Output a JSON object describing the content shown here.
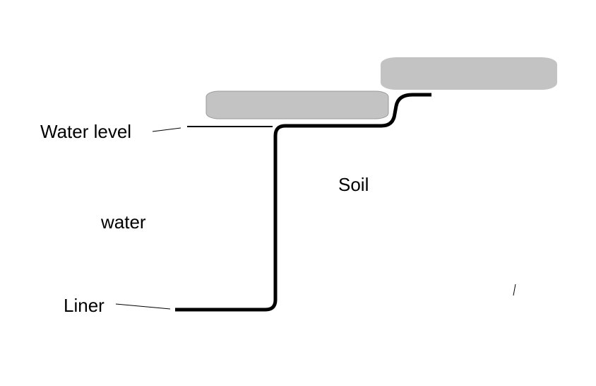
{
  "labels": {
    "water_level": "Water level",
    "water": "water",
    "soil": "Soil",
    "liner": "Liner"
  },
  "colors": {
    "stone_fill": "#c3c3c3",
    "stone_stroke": "#9a9a9a",
    "line": "#000000",
    "background": "#ffffff"
  }
}
